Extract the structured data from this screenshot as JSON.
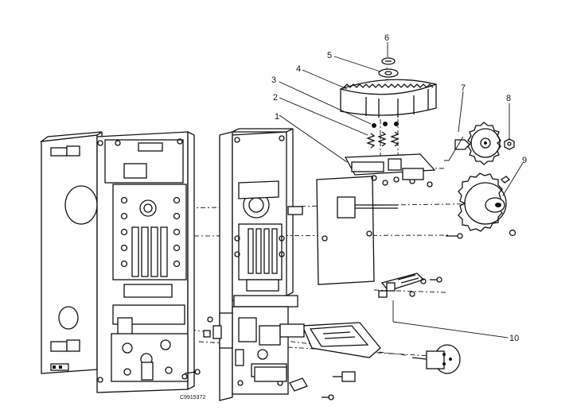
{
  "diagram": {
    "callouts": [
      "1",
      "2",
      "3",
      "4",
      "5",
      "6",
      "7",
      "8",
      "9",
      "10"
    ],
    "drawing_code": "C9915372"
  }
}
